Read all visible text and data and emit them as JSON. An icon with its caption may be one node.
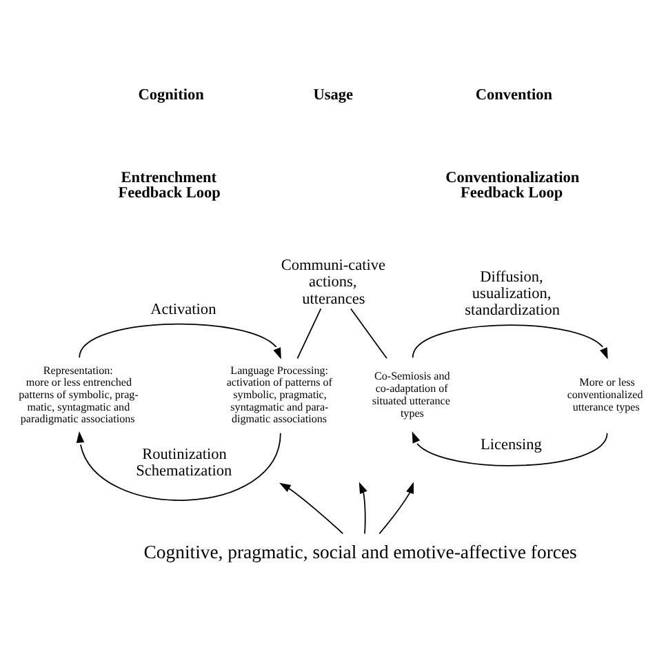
{
  "diagram": {
    "nodes": [
      {
        "text": [
          "Communi-cative actions, utterances"
        ]
      },
      {
        "text": [
          "Representation:",
          "more or less entrenched patterns of symbolic, prag-matic, syntagmatic and paradigmatic associations"
        ]
      },
      {
        "text": [
          "Language Processing:",
          "activation of patterns of symbolic, pragmatic, syntagmatic and para-digmatic associations"
        ]
      },
      {
        "text": [
          "Co-Semiosis and co-adaptation of situated utterance types"
        ]
      },
      {
        "text": [
          "More or less conventionalized utterance types"
        ]
      },
      {
        "text": [
          "Cognitive, pragmatic, social and emotive-affective forces"
        ]
      }
    ],
    "edges": [
      {
        "from": 1,
        "to": 2,
        "arrow": "to",
        "label": "Activation"
      },
      {
        "from": 2,
        "to": 1,
        "arrow": "to",
        "label": "Routinization Schematization"
      },
      {
        "from": 3,
        "to": 4,
        "arrow": "to",
        "label": "Diffusion, usualization, standardization"
      },
      {
        "from": 4,
        "to": 3,
        "arrow": "to",
        "label": "Licensing"
      },
      {
        "from": 0,
        "to": 2,
        "arrow": "none"
      },
      {
        "from": 0,
        "to": 3,
        "arrow": "none"
      },
      {
        "from": 5,
        "to": null,
        "arrow": "to"
      },
      {
        "from": 5,
        "to": null,
        "arrow": "to"
      },
      {
        "from": 5,
        "to": null,
        "arrow": "to"
      }
    ],
    "labels": [
      "Cognition",
      "Usage",
      "Convention",
      "Entrenchment Feedback Loop",
      "Conventionalization Feedback Loop"
    ]
  }
}
